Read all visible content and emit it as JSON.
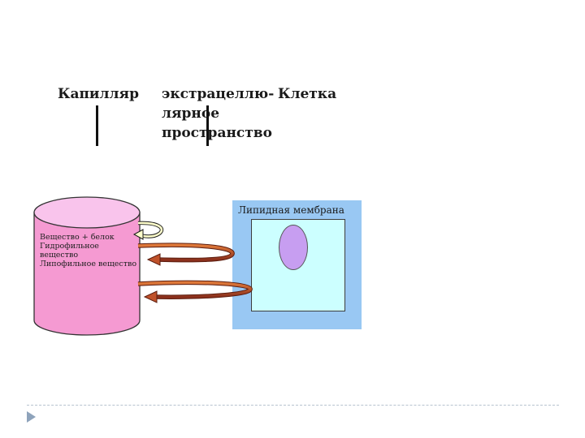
{
  "labels": {
    "capillary": "Капилляр",
    "extracellular_line1": "экстрацеллю-",
    "extracellular_line2": "лярное",
    "extracellular_line3": "пространство",
    "cell": "Клетка"
  },
  "cell": {
    "membrane_label": "Липидная мембрана"
  },
  "capillary": {
    "text_lines": [
      "Вещество + белок",
      "Гидрофильное",
      "вещество",
      "Липофильное вещество"
    ]
  },
  "colors": {
    "capillary_body": "#f59ad2",
    "capillary_top": "#f9c4ec",
    "cell_outer": "#99c8f3",
    "cell_inner": "#ccffff",
    "nucleus": "#c79ef1",
    "arrow": "#c0522a"
  }
}
